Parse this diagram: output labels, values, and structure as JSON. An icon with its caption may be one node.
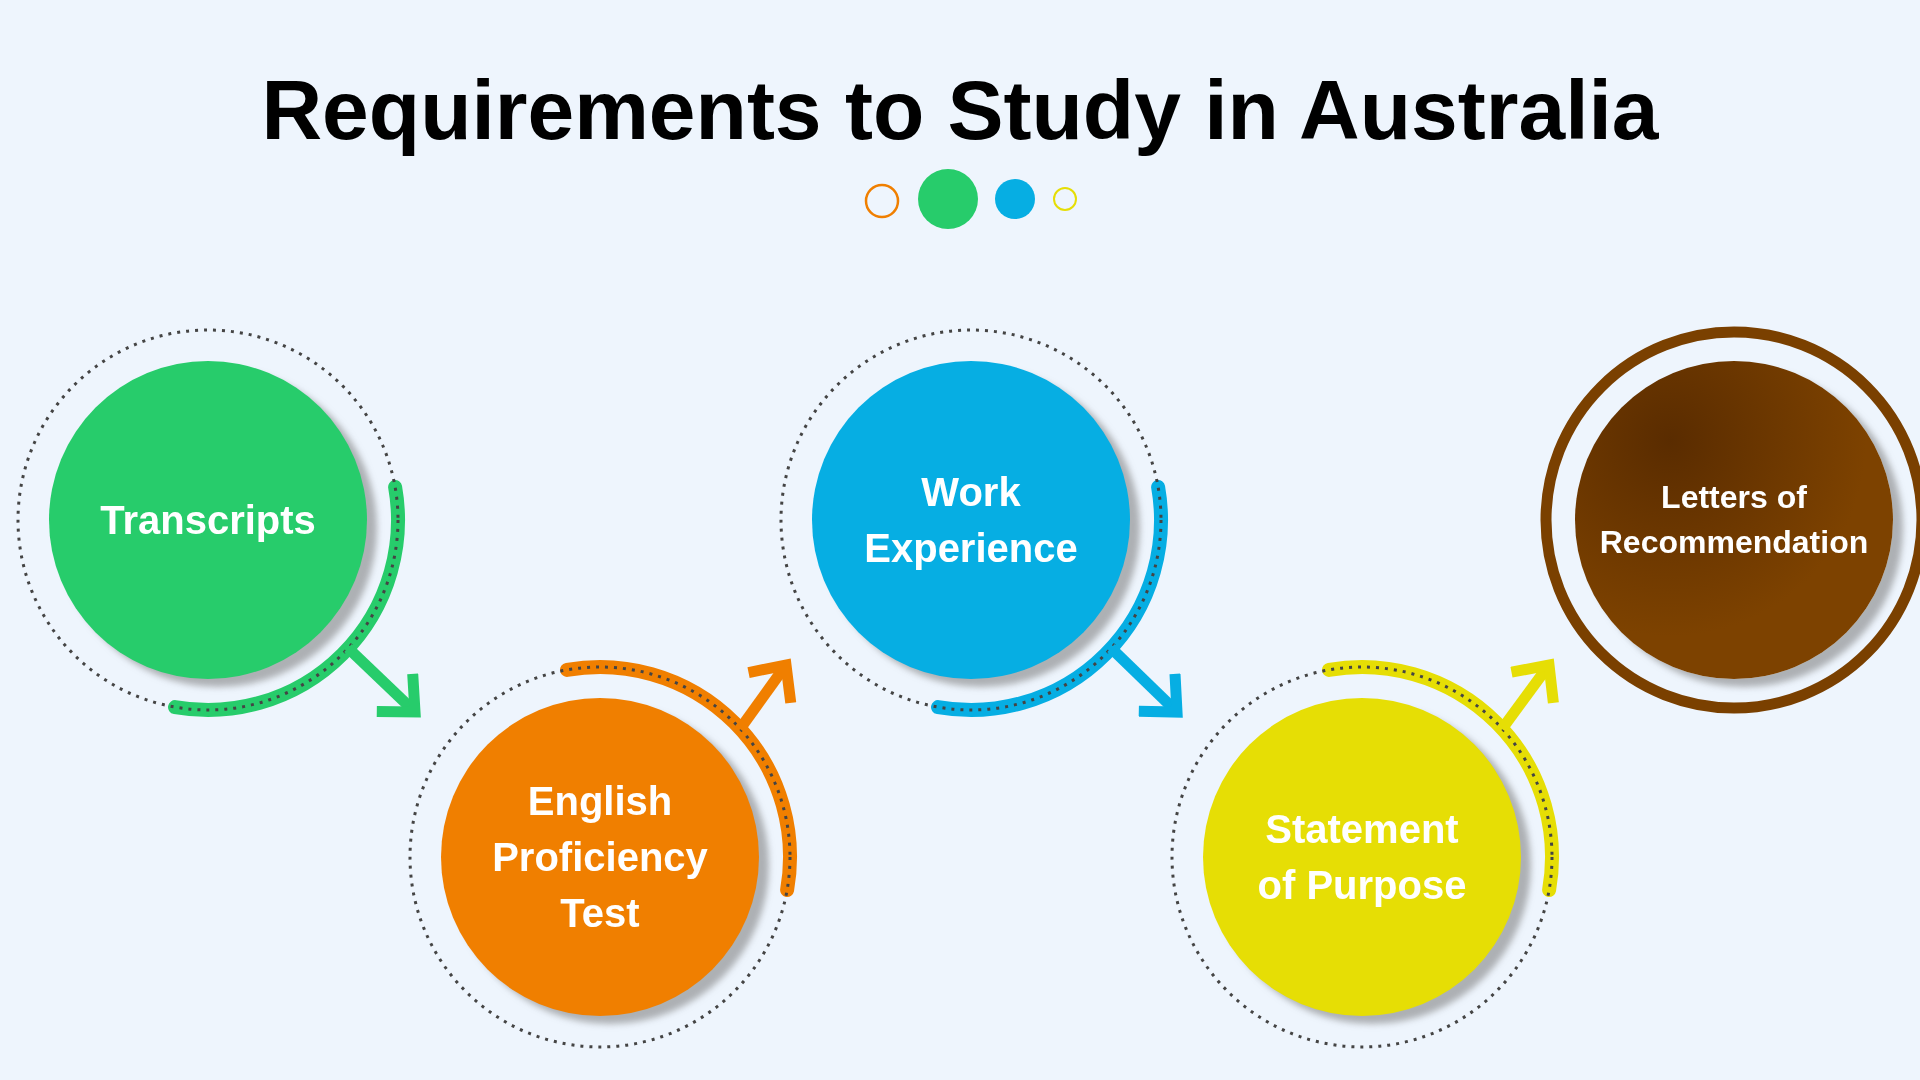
{
  "diagram": {
    "title": "Requirements to Study in Australia",
    "nodes": [
      {
        "text": [
          "Transcripts"
        ]
      },
      {
        "text": [
          "English Proficiency Test"
        ]
      },
      {
        "text": [
          "Work Experience"
        ]
      },
      {
        "text": [
          "Statement of Purpose"
        ]
      },
      {
        "text": [
          "Letters of Recommendation"
        ]
      }
    ],
    "edges": [
      {
        "from": 0,
        "to": 1,
        "arrow": "to",
        "color": "#27cc6b"
      },
      {
        "from": 1,
        "to": 2,
        "arrow": "to",
        "color": "#f07f00"
      },
      {
        "from": 2,
        "to": 3,
        "arrow": "to",
        "color": "#06aee3"
      },
      {
        "from": 3,
        "to": 4,
        "arrow": "to",
        "color": "#e6de05"
      }
    ]
  }
}
